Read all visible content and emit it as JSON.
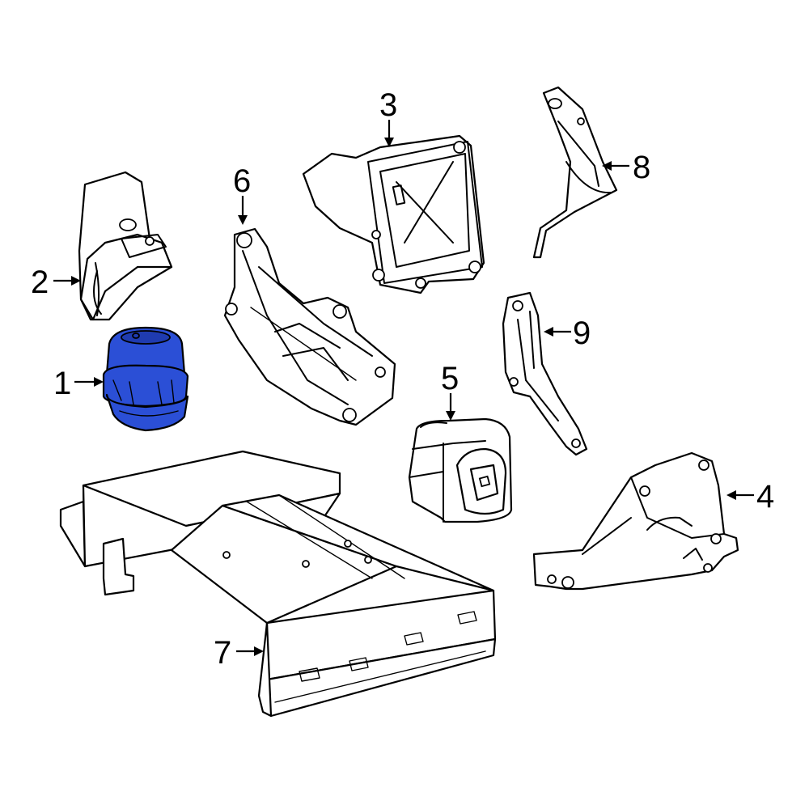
{
  "diagram": {
    "highlight_color": "#2b4fd6",
    "callouts": [
      {
        "id": "1",
        "label": "1"
      },
      {
        "id": "2",
        "label": "2"
      },
      {
        "id": "3",
        "label": "3"
      },
      {
        "id": "4",
        "label": "4"
      },
      {
        "id": "5",
        "label": "5"
      },
      {
        "id": "6",
        "label": "6"
      },
      {
        "id": "7",
        "label": "7"
      },
      {
        "id": "8",
        "label": "8"
      },
      {
        "id": "9",
        "label": "9"
      }
    ]
  }
}
